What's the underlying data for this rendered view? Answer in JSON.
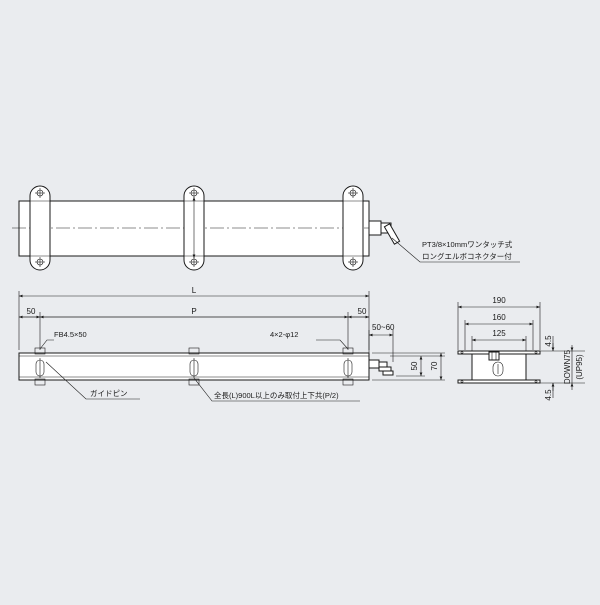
{
  "top_view": {
    "connector_note_line1": "PT3/8×10mmワンタッチ式",
    "connector_note_line2": "ロングエルボコネクター付"
  },
  "front_view": {
    "dim_L": "L",
    "dim_P": "P",
    "dim_left_offset": "50",
    "dim_right_offset": "50",
    "dim_fitting": "50~60",
    "label_slot": "FB4.5×50",
    "label_holes": "4×2-φ12",
    "dim_height_inner": "50",
    "dim_height_outer": "70",
    "label_guide_pin": "ガイドピン",
    "label_mounting_note": "全長(L)900L以上のみ取付上下共(P/2)"
  },
  "side_view": {
    "dim_190": "190",
    "dim_160": "160",
    "dim_125": "125",
    "dim_top": "4.5",
    "dim_bottom": "4.5",
    "dim_down": "DOWN75",
    "dim_up": "(UP95)"
  }
}
